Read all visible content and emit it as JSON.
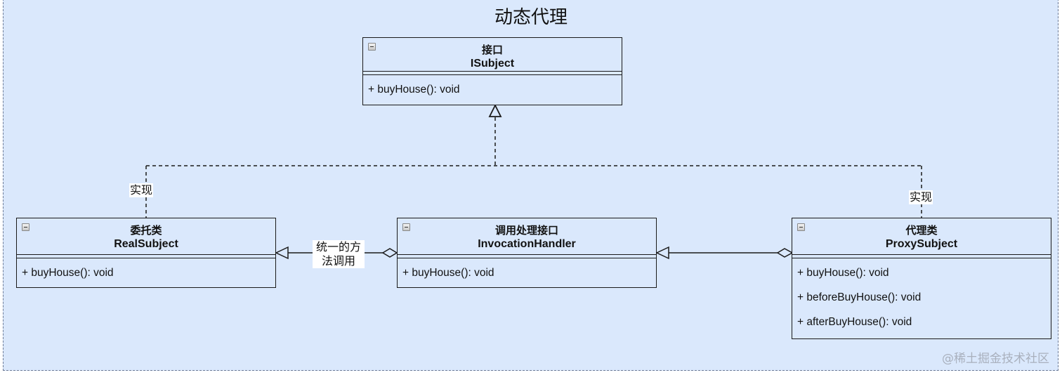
{
  "diagram": {
    "title": "动态代理",
    "classes": {
      "isubject": {
        "stereotype": "接口",
        "name": "ISubject",
        "methods": [
          "+ buyHouse(): void"
        ]
      },
      "real_subject": {
        "stereotype": "委托类",
        "name": "RealSubject",
        "methods": [
          "+ buyHouse(): void"
        ]
      },
      "invocation_handler": {
        "stereotype": "调用处理接口",
        "name": "InvocationHandler",
        "methods": [
          "+ buyHouse(): void"
        ]
      },
      "proxy_subject": {
        "stereotype": "代理类",
        "name": "ProxySubject",
        "methods": [
          "+ buyHouse(): void",
          "+ beforeBuyHouse(): void",
          "+ afterBuyHouse(): void"
        ]
      }
    },
    "relations": {
      "real_implements": {
        "type": "realization",
        "from": "RealSubject",
        "to": "ISubject",
        "label": "实现"
      },
      "proxy_implements": {
        "type": "realization",
        "from": "ProxySubject",
        "to": "ISubject",
        "label": "实现"
      },
      "handler_to_real": {
        "type": "aggregation-generalization",
        "from": "InvocationHandler",
        "to": "RealSubject",
        "label_line1": "统一的方",
        "label_line2": "法调用"
      },
      "proxy_to_handler": {
        "type": "aggregation-generalization",
        "from": "ProxySubject",
        "to": "InvocationHandler",
        "label": ""
      }
    },
    "watermark": "@稀土掘金技术社区",
    "colors": {
      "background": "#dae8fc",
      "stroke": "#1a1a1a"
    }
  }
}
